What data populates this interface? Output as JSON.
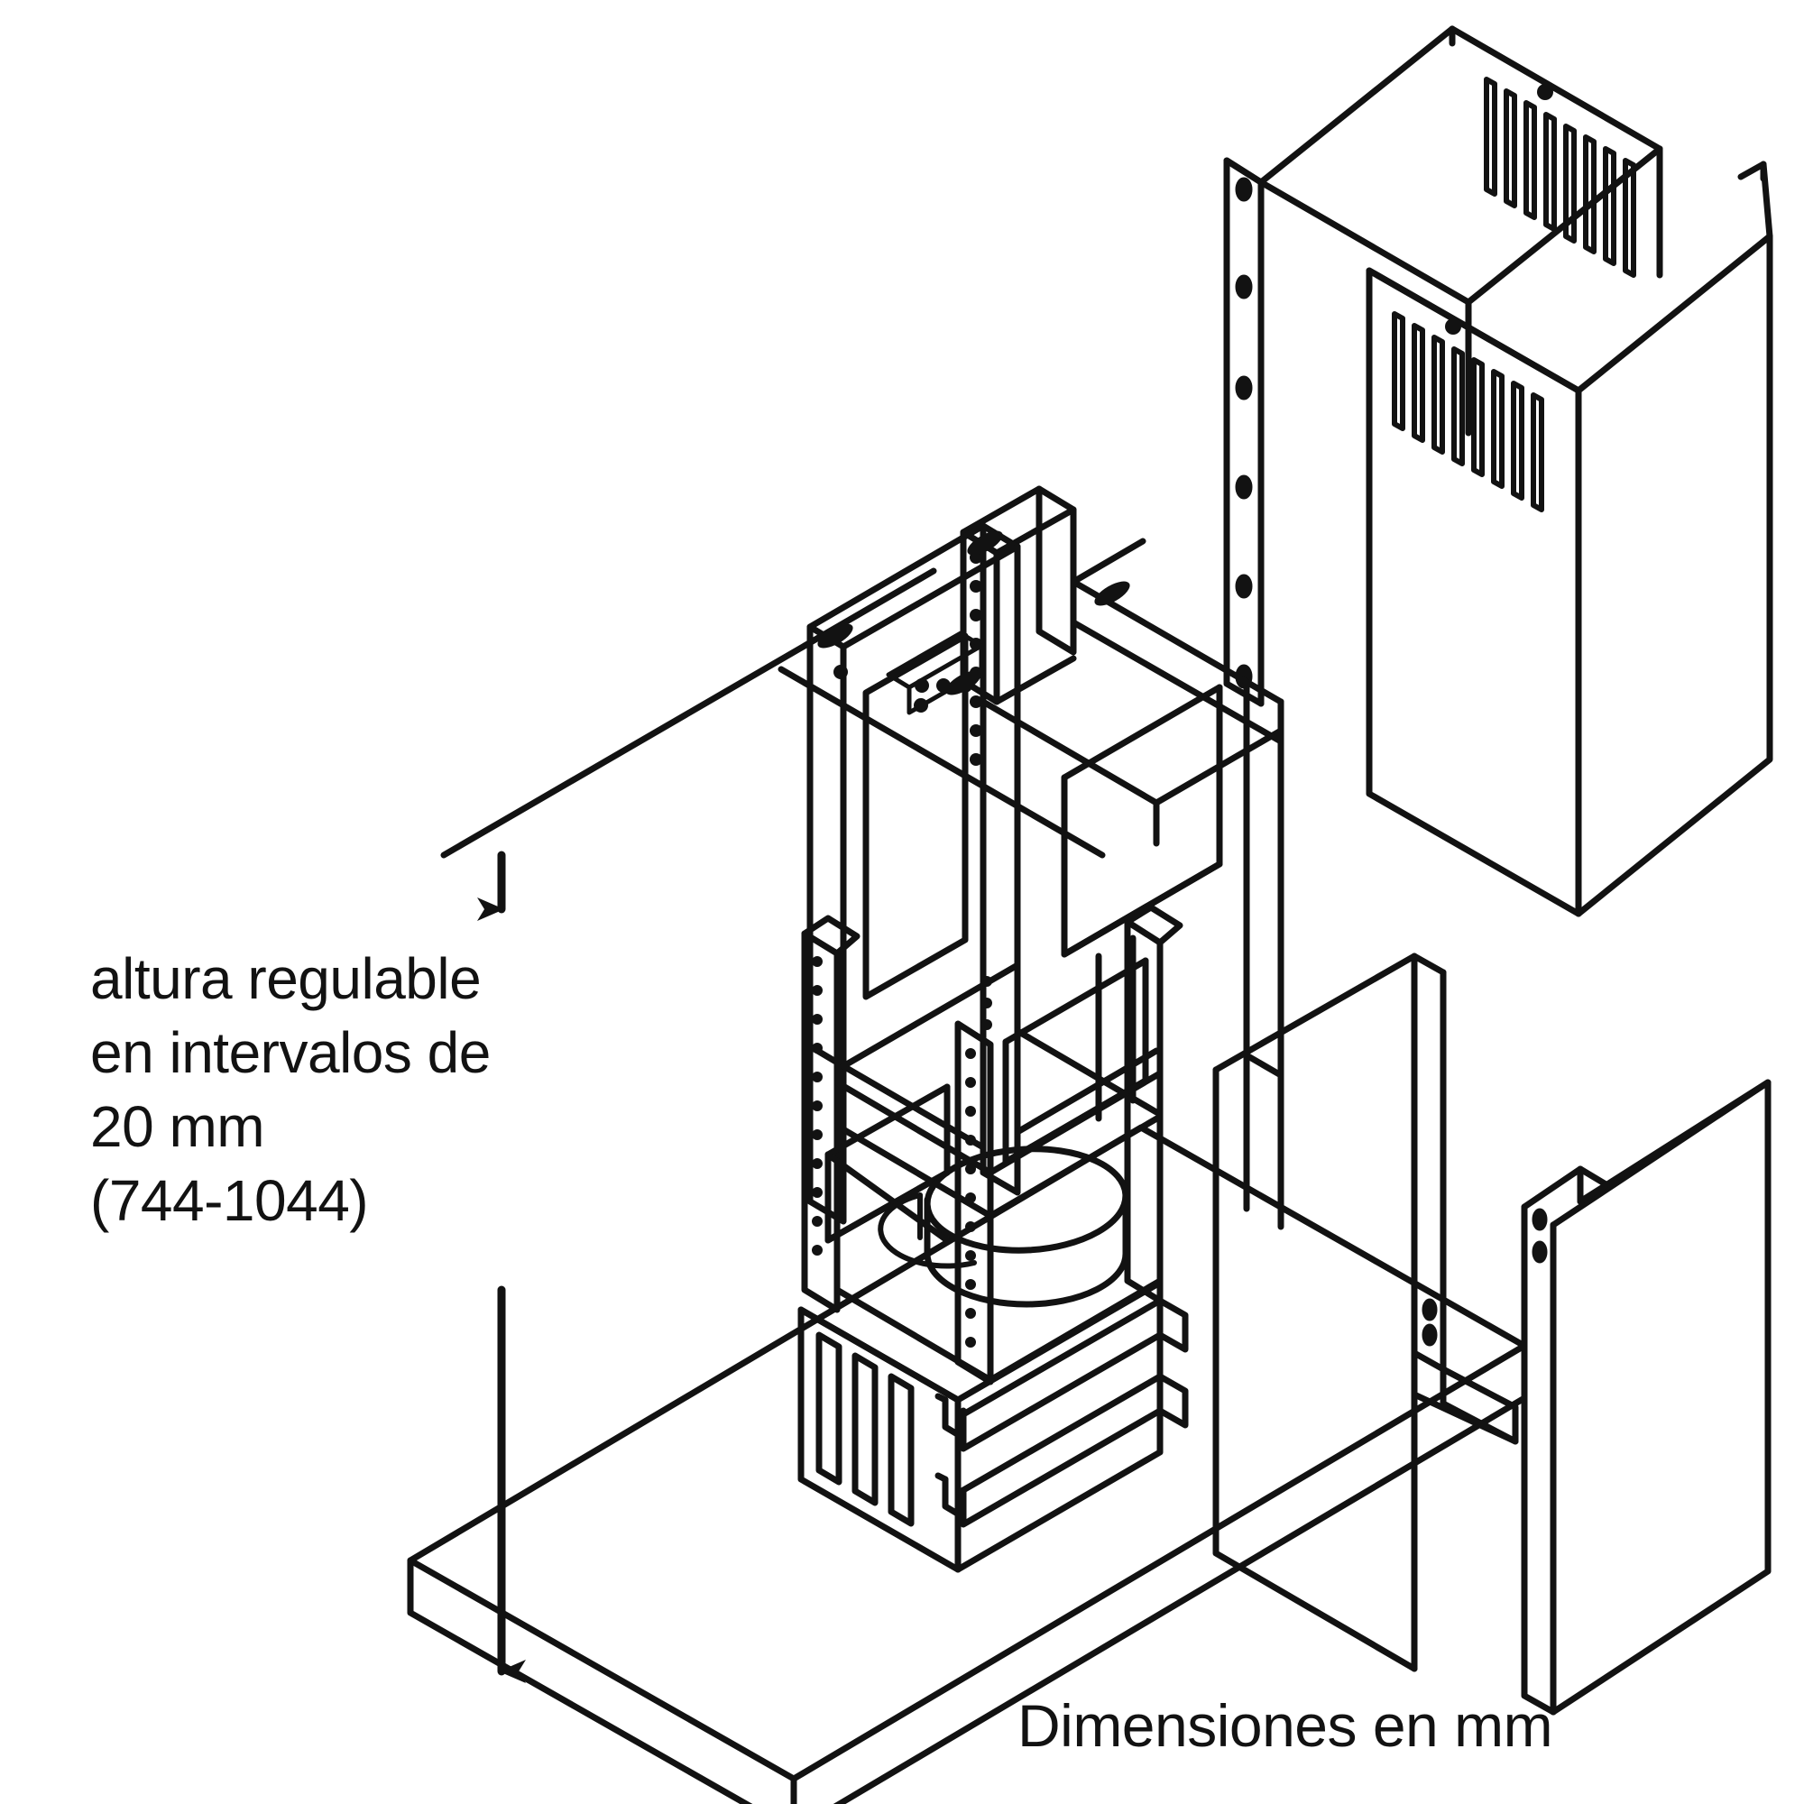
{
  "diagram": {
    "kind": "exploded-installation-drawing",
    "subject": "island cooker hood mounting frame and chimney flue",
    "background_color": "#ffffff",
    "line_color": "#121212",
    "projection": "isometric"
  },
  "annotations": {
    "height_note": "altura regulable\nen intervalos de\n20 mm\n(744-1044)",
    "height_note_lines": [
      "altura regulable",
      "en intervalos de",
      "20 mm",
      "(744-1044)"
    ],
    "units_note": "Dimensiones en mm"
  },
  "measurements": {
    "adjustment_step_mm": 20,
    "min_height_mm": 744,
    "max_height_mm": 1044,
    "range_label": "(744-1044)"
  },
  "parts": {
    "ceiling_plate": "ceiling mounting plate",
    "telescopic_frame": "telescopic support frame",
    "upper_rail": "upper perforated adjustment rail",
    "lower_rail": "lower perforated adjustment rail",
    "duct_collar": "circular air duct collar",
    "hood_body": "hood motor housing",
    "upper_flue_rear": "rear upper chimney flue section",
    "upper_flue_front": "front upper chimney flue section",
    "vent_grille": "ventilation slot grille",
    "lower_flue_left": "left lower chimney panel",
    "lower_flue_right": "right lower chimney panel",
    "base_plate": "base / cooktop plate",
    "dimension_arrow": "height adjustment dimension arrow"
  }
}
